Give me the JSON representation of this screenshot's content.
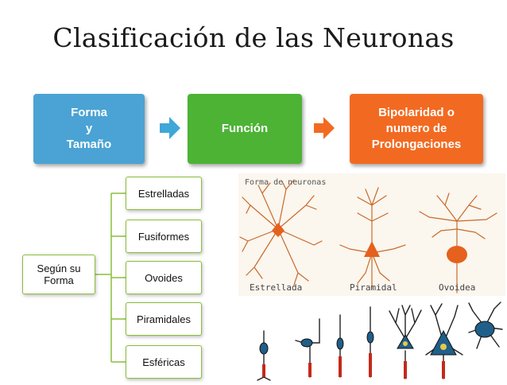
{
  "title": "Clasificación de las Neuronas",
  "process": [
    {
      "label": "Forma\ny\nTamaño",
      "color": "#4aa3d4"
    },
    {
      "label": "Función",
      "color": "#4cb335"
    },
    {
      "label": "Bipolaridad o numero de Prolongaciones",
      "color": "#f26a21"
    }
  ],
  "arrow_color": "#3fa6d8",
  "tree": {
    "root": "Según su Forma",
    "children": [
      "Estrelladas",
      "Fusiformes",
      "Ovoides",
      "Piramidales",
      "Esféricas"
    ]
  },
  "illustration": {
    "header": "Forma de neuronas",
    "labels": [
      "Estrellada",
      "Piramidal",
      "Ovoidea"
    ]
  }
}
